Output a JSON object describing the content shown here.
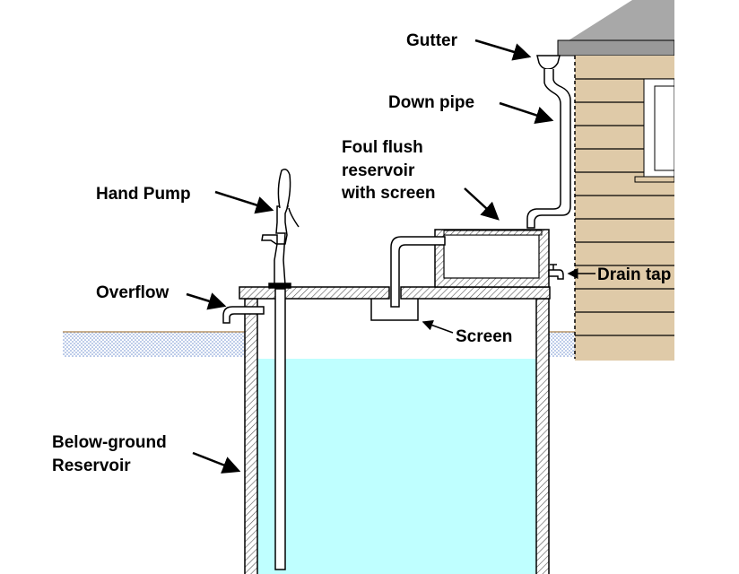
{
  "labels": {
    "gutter": "Gutter",
    "down_pipe": "Down pipe",
    "foul_flush_1": "Foul flush",
    "foul_flush_2": "reservoir",
    "foul_flush_3": "with screen",
    "hand_pump": "Hand Pump",
    "overflow": "Overflow",
    "screen": "Screen",
    "drain_tap": "Drain tap",
    "below_ground_1": "Below-ground",
    "below_ground_2": "Reservoir"
  },
  "colors": {
    "water": "#bfffff",
    "siding": "#dfcaa8",
    "roof": "#a8a8a8",
    "eave": "#999999",
    "ground": "#6f8fd0"
  }
}
